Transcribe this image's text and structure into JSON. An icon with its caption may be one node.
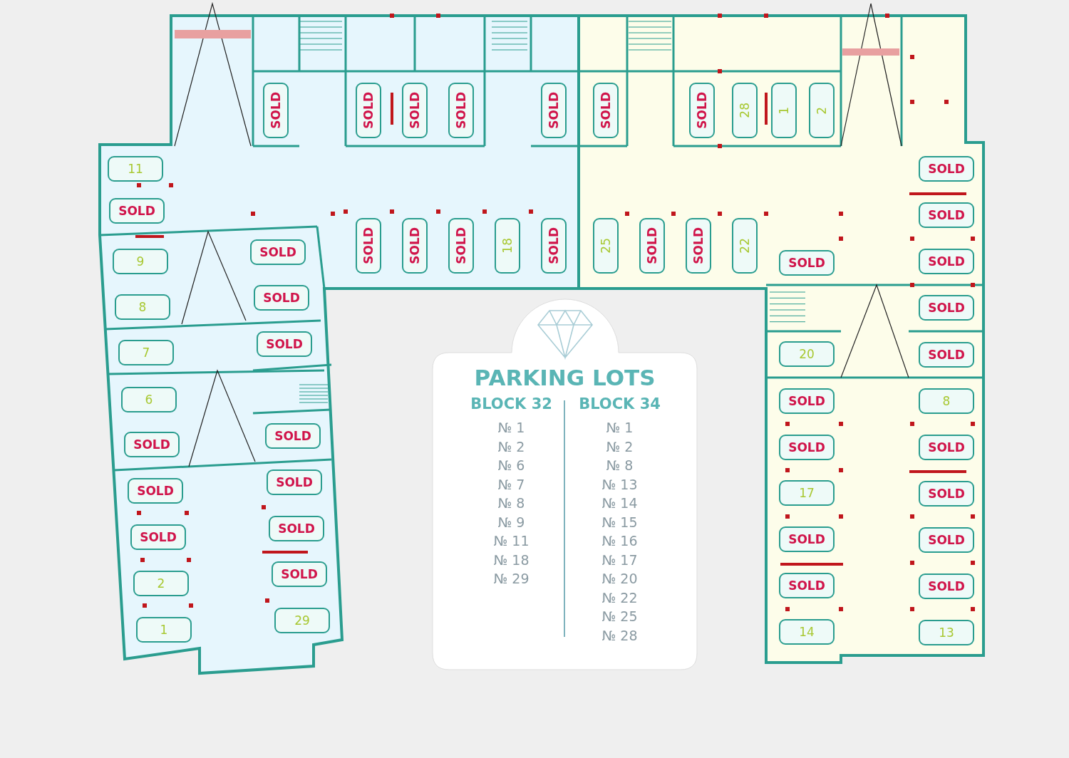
{
  "diagram": {
    "nodes": [
      {
        "text": [
          "SOLD"
        ]
      },
      {
        "text": [
          "SOLD"
        ]
      },
      {
        "text": [
          "SOLD"
        ]
      },
      {
        "text": [
          "SOLD"
        ]
      },
      {
        "text": [
          "SOLD"
        ]
      },
      {
        "text": [
          "SOLD"
        ]
      },
      {
        "text": [
          "SOLD"
        ]
      },
      {
        "text": [
          "28"
        ]
      },
      {
        "text": [
          "1"
        ]
      },
      {
        "text": [
          "2"
        ]
      },
      {
        "text": [
          "11"
        ]
      },
      {
        "text": [
          "SOLD"
        ]
      },
      {
        "text": [
          "SOLD"
        ]
      },
      {
        "text": [
          "SOLD"
        ]
      },
      {
        "text": [
          "SOLD"
        ]
      },
      {
        "text": [
          "SOLD"
        ]
      },
      {
        "text": [
          "SOLD"
        ]
      },
      {
        "text": [
          "18"
        ]
      },
      {
        "text": [
          "SOLD"
        ]
      },
      {
        "text": [
          "25"
        ]
      },
      {
        "text": [
          "SOLD"
        ]
      },
      {
        "text": [
          "SOLD"
        ]
      },
      {
        "text": [
          "22"
        ]
      },
      {
        "text": [
          "9"
        ]
      },
      {
        "text": [
          "8"
        ]
      },
      {
        "text": [
          "7"
        ]
      },
      {
        "text": [
          "6"
        ]
      },
      {
        "text": [
          "SOLD"
        ]
      },
      {
        "text": [
          "SOLD"
        ]
      },
      {
        "text": [
          "SOLD"
        ]
      },
      {
        "text": [
          "2"
        ]
      },
      {
        "text": [
          "1"
        ]
      },
      {
        "text": [
          "SOLD"
        ]
      },
      {
        "text": [
          "SOLD"
        ]
      },
      {
        "text": [
          "SOLD"
        ]
      },
      {
        "text": [
          "SOLD"
        ]
      },
      {
        "text": [
          "SOLD"
        ]
      },
      {
        "text": [
          "SOLD"
        ]
      },
      {
        "text": [
          "SOLD"
        ]
      },
      {
        "text": [
          "29"
        ]
      },
      {
        "text": [
          "SOLD"
        ]
      },
      {
        "text": [
          "20"
        ]
      },
      {
        "text": [
          "SOLD"
        ]
      },
      {
        "text": [
          "SOLD"
        ]
      },
      {
        "text": [
          "17"
        ]
      },
      {
        "text": [
          "SOLD"
        ]
      },
      {
        "text": [
          "SOLD"
        ]
      },
      {
        "text": [
          "14"
        ]
      },
      {
        "text": [
          "SOLD"
        ]
      },
      {
        "text": [
          "SOLD"
        ]
      },
      {
        "text": [
          "SOLD"
        ]
      },
      {
        "text": [
          "8"
        ]
      },
      {
        "text": [
          "SOLD"
        ]
      },
      {
        "text": [
          "SOLD"
        ]
      },
      {
        "text": [
          "SOLD"
        ]
      },
      {
        "text": [
          "SOLD"
        ]
      },
      {
        "text": [
          "13"
        ]
      },
      {
        "text": [
          "PARKING LOTS"
        ]
      }
    ],
    "labels": [
      "BLOCK 32",
      "№ 1",
      "№ 2",
      "№ 6",
      "№ 7",
      "№ 8",
      "№ 9",
      "№ 11",
      "№ 18",
      "№ 29",
      "BLOCK 34",
      "№ 1",
      "№ 2",
      "№ 8",
      "№ 13",
      "№ 14",
      "№ 15",
      "№ 16",
      "№ 17",
      "№ 20",
      "№ 22",
      "№ 25",
      "№ 28"
    ]
  }
}
